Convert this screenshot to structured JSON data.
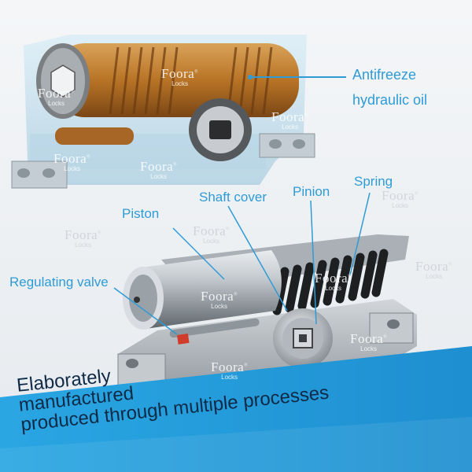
{
  "labels": {
    "antifreeze_line1": "Antifreeze",
    "antifreeze_line2": "hydraulic oil",
    "spring": "Spring",
    "shaft_cover": "Shaft cover",
    "pinion": "Pinion",
    "piston": "Piston",
    "regulating_valve": "Regulating valve"
  },
  "watermark": {
    "name": "Foora",
    "sub": "Locks",
    "mark": "®"
  },
  "banner": {
    "line1": "Elaborately",
    "line2": "manufactured",
    "line3": "produced through multiple processes"
  },
  "colors": {
    "label_blue": "#2e9bd6",
    "banner_blue": "#29a3e0",
    "banner_text": "#0e2a47",
    "metal": "#b9bec4",
    "oil": "#b97a2c"
  }
}
